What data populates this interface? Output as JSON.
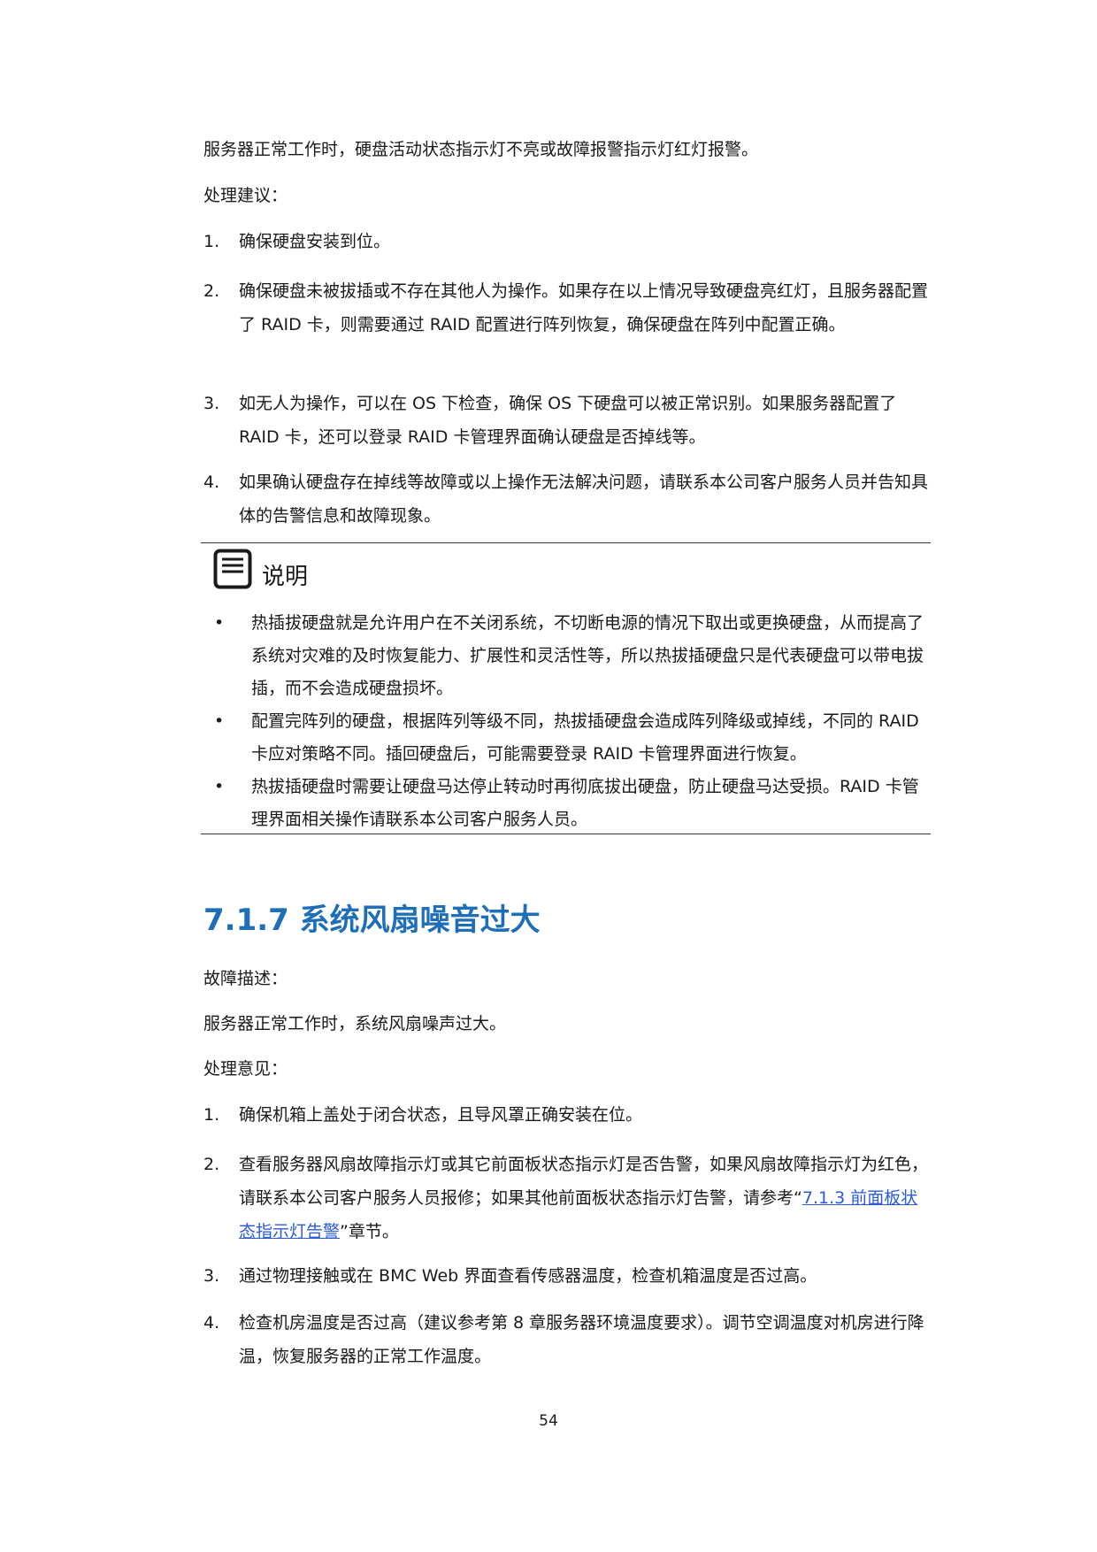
{
  "intro": {
    "symptom_text": "服务器正常工作时，硬盘活动状态指示灯不亮或故障报警指示灯红灯报警。",
    "advice_label": "处理建议："
  },
  "hdd_steps": [
    {
      "num": "1.",
      "text": "确保硬盘安装到位。"
    },
    {
      "num": "2.",
      "text": "确保硬盘未被拔插或不存在其他人为操作。如果存在以上情况导致硬盘亮红灯，且服务器配置了 RAID 卡，则需要通过 RAID 配置进行阵列恢复，确保硬盘在阵列中配置正确。"
    },
    {
      "num": "3.",
      "text": "如无人为操作，可以在 OS 下检查，确保 OS 下硬盘可以被正常识别。如果服务器配置了 RAID 卡，还可以登录 RAID 卡管理界面确认硬盘是否掉线等。"
    },
    {
      "num": "4.",
      "text": "如果确认硬盘存在掉线等故障或以上操作无法解决问题，请联系本公司客户服务人员并告知具体的告警信息和故障现象。"
    }
  ],
  "note": {
    "icon": "note-icon",
    "title": "说明",
    "bullets": [
      {
        "dot": "•",
        "text": "热插拔硬盘就是允许用户在不关闭系统，不切断电源的情况下取出或更换硬盘，从而提高了系统对灾难的及时恢复能力、扩展性和灵活性等，所以热拔插硬盘只是代表硬盘可以带电拔插，而不会造成硬盘损坏。"
      },
      {
        "dot": "•",
        "text": "配置完阵列的硬盘，根据阵列等级不同，热拔插硬盘会造成阵列降级或掉线，不同的 RAID 卡应对策略不同。插回硬盘后，可能需要登录 RAID 卡管理界面进行恢复。"
      },
      {
        "dot": "•",
        "text": "热拔插硬盘时需要让硬盘马达停止转动时再彻底拔出硬盘，防止硬盘马达受损。RAID 卡管理界面相关操作请联系本公司客户服务人员。"
      }
    ]
  },
  "section": {
    "heading": "7.1.7 系统风扇噪音过大",
    "fault_label": "故障描述：",
    "fault_text": "服务器正常工作时，系统风扇噪声过大。",
    "opinion_label": "处理意见："
  },
  "fan_steps": {
    "s1": {
      "num": "1.",
      "text": "确保机箱上盖处于闭合状态，且导风罩正确安装在位。"
    },
    "s2": {
      "num": "2.",
      "text_before": "查看服务器风扇故障指示灯或其它前面板状态指示灯是否告警，如果风扇故障指示灯为红色，请联系本公司客户服务人员报修；如果其他前面板状态指示灯告警，请参考“",
      "link_text": "7.1.3  前面板状态指示灯告警",
      "text_after": "”章节。"
    },
    "s3": {
      "num": "3.",
      "text": "通过物理接触或在 BMC Web 界面查看传感器温度，检查机箱温度是否过高。"
    },
    "s4": {
      "num": "4.",
      "text": "检查机房温度是否过高（建议参考第 8 章服务器环境温度要求）。调节空调温度对机房进行降温，恢复服务器的正常工作温度。"
    }
  },
  "footer": {
    "page_number": "54"
  },
  "colors": {
    "heading": "#1f6fb8",
    "link": "#2a5bd7",
    "text": "#1a1a1a"
  }
}
